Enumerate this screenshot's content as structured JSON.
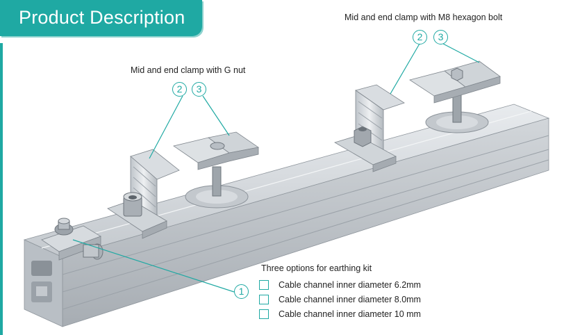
{
  "header": {
    "title": "Product Description"
  },
  "labels": {
    "g_nut": "Mid and end clamp with G nut",
    "m8_bolt": "Mid and end clamp with M8 hexagon bolt",
    "earthing_title": "Three options for earthing kit"
  },
  "callouts": {
    "g_nut": [
      "2",
      "3"
    ],
    "m8_bolt": [
      "2",
      "3"
    ],
    "earthing": "1"
  },
  "earthing_options": [
    {
      "label": "Cable channel inner diameter 6.2mm"
    },
    {
      "label": "Cable channel inner diameter 8.0mm"
    },
    {
      "label": "Cable channel inner diameter 10 mm"
    }
  ],
  "colors": {
    "accent": "#1fa9a3",
    "rail": "#c9ced3",
    "rail_dark": "#9aa1a8"
  }
}
